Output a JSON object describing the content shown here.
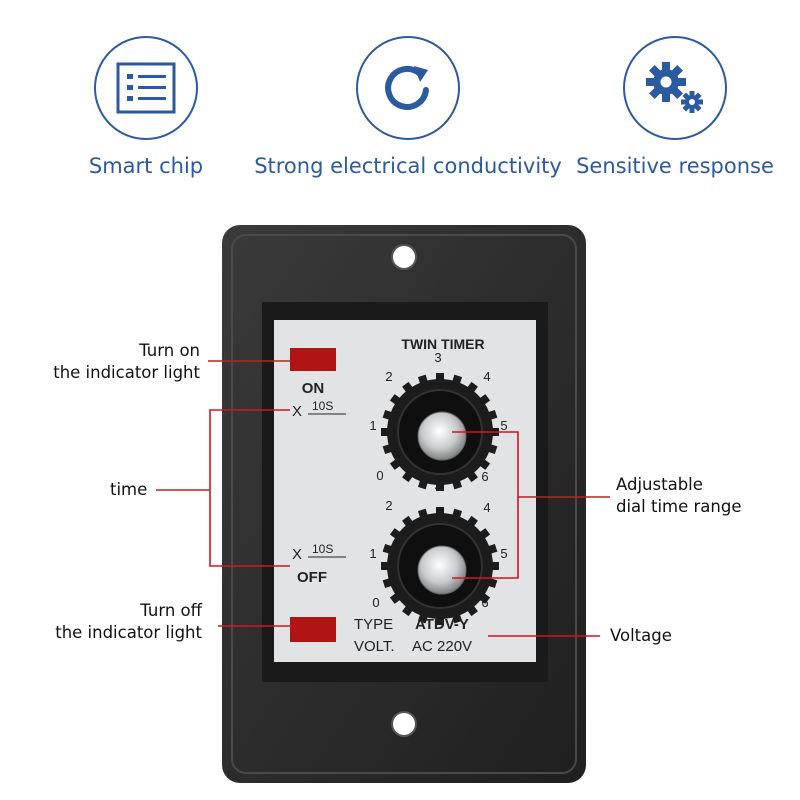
{
  "features": [
    {
      "label": "Smart chip",
      "icon": "smart-chip-icon"
    },
    {
      "label": "Strong electrical conductivity",
      "icon": "refresh-icon"
    },
    {
      "label": "Sensitive response",
      "icon": "gears-icon"
    }
  ],
  "callouts": {
    "turn_on_line1": "Turn on",
    "turn_on_line2": "the indicator light",
    "time": "time",
    "turn_off_line1": "Turn off",
    "turn_off_line2": "the indicator light",
    "adjustable_line1": "Adjustable",
    "adjustable_line2": "dial time range",
    "voltage": "Voltage"
  },
  "device": {
    "title": "TWIN  TIMER",
    "on_label": "ON",
    "off_label": "OFF",
    "multiplier_x": "X",
    "multiplier_value": "10S",
    "dial_numbers": [
      "0",
      "1",
      "2",
      "3",
      "4",
      "5",
      "6"
    ],
    "type_label": "TYPE",
    "type_value": "ATDV-Y",
    "volt_label": "VOLT.",
    "volt_value": "AC 220V"
  },
  "colors": {
    "accent_blue": "#2b5a9e",
    "callout_line_red": "#d0161e",
    "housing": "#2a2a2a",
    "faceplate": "#e2e3e4",
    "indicator_red": "#b01414"
  }
}
